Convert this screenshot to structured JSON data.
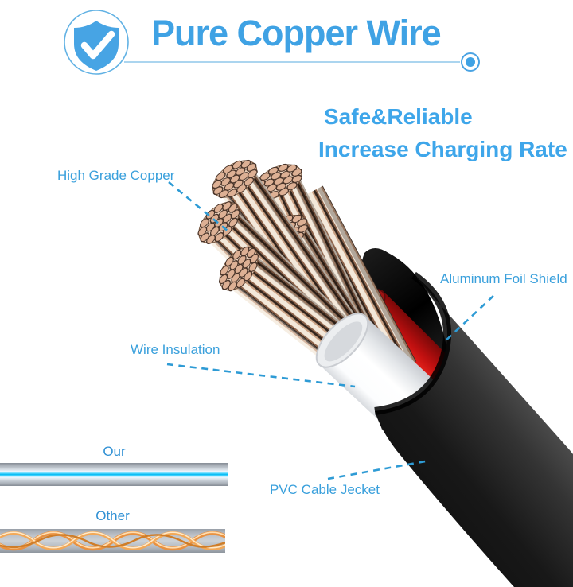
{
  "header": {
    "badge_icon": "shield-check-icon",
    "title": "Pure Copper Wire"
  },
  "claims": {
    "line1": "Safe&Reliable",
    "line2": "Increase Charging Rate"
  },
  "callouts": {
    "high_grade_copper": "High Grade Copper",
    "aluminum_foil_shield": "Aluminum Foil Shield",
    "wire_insulation": "Wire Insulation",
    "pvc_cable_jacket": "PVC Cable Jecket"
  },
  "comparison": {
    "our_label": "Our",
    "other_label": "Other"
  },
  "colors": {
    "accent_blue": "#3fa2e4",
    "label_blue": "#3aa0dc",
    "dash_blue": "#2e9bd5",
    "shield_blue": "#47a4e4",
    "our_core_cyan": "#00b9f2",
    "other_wire_orange": "#e89140",
    "jacket_black": "#161616",
    "inner_wire_red": "#d81f1a",
    "inner_wire_green": "#23903a",
    "copper_strand_tan": "#ddb094"
  }
}
